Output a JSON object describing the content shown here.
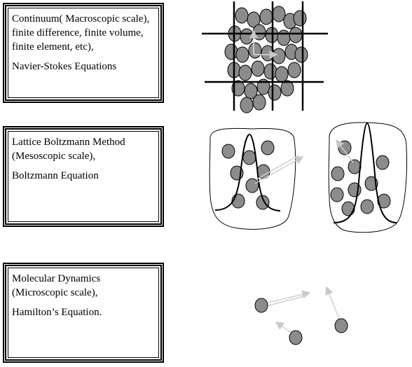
{
  "levels": [
    {
      "label_line1": "Continuum( Macroscopic scale), finite difference, finite volume, finite element, etc),",
      "label_line2": "Navier-Stokes Equations"
    },
    {
      "label_line1": "Lattice Boltzmann Method (Mesoscopic scale),",
      "label_line2": "Boltzmann Equation"
    },
    {
      "label_line1": "Molecular Dynamics (Microscopic scale),",
      "label_line2": "Hamilton’s Equation."
    }
  ],
  "colors": {
    "particle_fill": "#8c8c8c",
    "arrow": "#c8c8c8",
    "line": "#000000"
  }
}
